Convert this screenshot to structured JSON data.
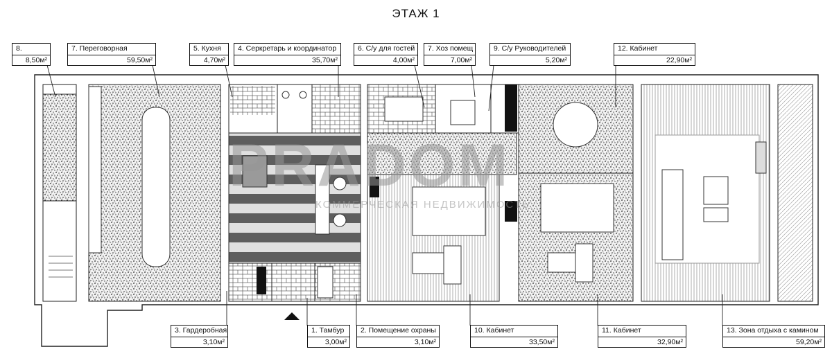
{
  "page_title": "ЭТАЖ 1",
  "watermark": {
    "main": "PRADOM",
    "sub": "КОММЕРЧЕСКАЯ НЕДВИЖИМОСТЬ"
  },
  "rooms": [
    {
      "id": "r8",
      "name": "8.",
      "area": "8,50м²"
    },
    {
      "id": "r7",
      "name": "7. Переговорная",
      "area": "59,50м²"
    },
    {
      "id": "r5",
      "name": "5. Кухня",
      "area": "4,70м²"
    },
    {
      "id": "r4",
      "name": "4. Серкретарь и координатор",
      "area": "35,70м²"
    },
    {
      "id": "r6",
      "name": "6. С/у для гостей",
      "area": "4,00м²"
    },
    {
      "id": "r7b",
      "name": "7. Хоз помещ",
      "area": "7,00м²"
    },
    {
      "id": "r9",
      "name": "9. С/у Руководителей",
      "area": "5,20м²"
    },
    {
      "id": "r12",
      "name": "12. Кабинет",
      "area": "22,90м²"
    },
    {
      "id": "r3",
      "name": "3. Гардеробная",
      "area": "3,10м²"
    },
    {
      "id": "r1",
      "name": "1. Тамбур",
      "area": "3,00м²"
    },
    {
      "id": "r2",
      "name": "2. Помещение охраны",
      "area": "3,10м²"
    },
    {
      "id": "r10",
      "name": "10. Кабинет",
      "area": "33,50м²"
    },
    {
      "id": "r11",
      "name": "11. Кабинет",
      "area": "32,90м²"
    },
    {
      "id": "r13",
      "name": "13. Зона отдыха с камином",
      "area": "59,20м²"
    }
  ]
}
